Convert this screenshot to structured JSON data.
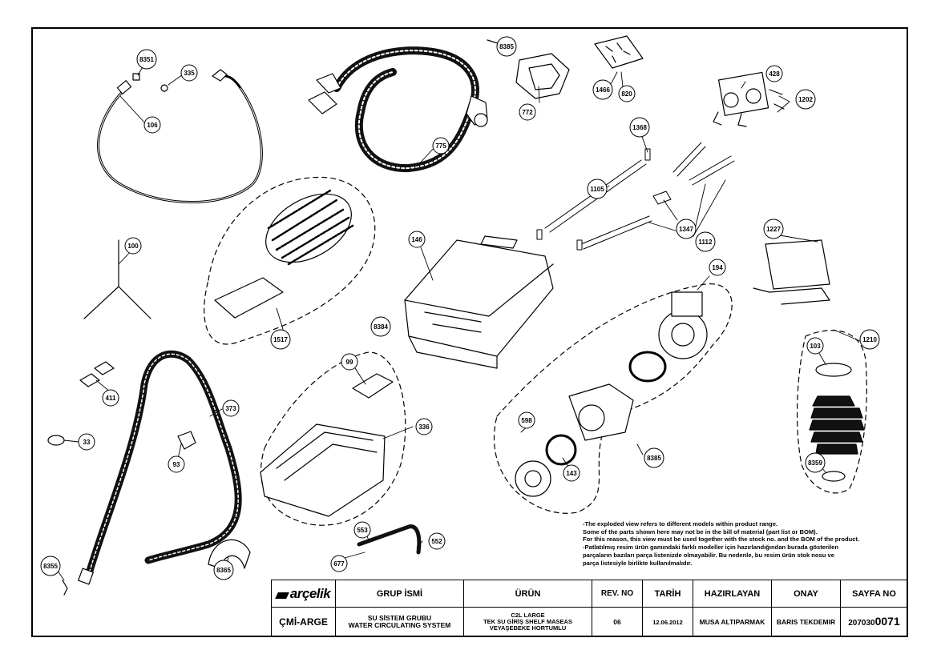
{
  "callouts": [
    {
      "label": "8351"
    },
    {
      "label": "335"
    },
    {
      "label": "106"
    },
    {
      "label": "775"
    },
    {
      "label": "8385"
    },
    {
      "label": "772"
    },
    {
      "label": "1466"
    },
    {
      "label": "820"
    },
    {
      "label": "428"
    },
    {
      "label": "1202"
    },
    {
      "label": "1368"
    },
    {
      "label": "1105"
    },
    {
      "label": "1347"
    },
    {
      "label": "1112"
    },
    {
      "label": "1227"
    },
    {
      "label": "100"
    },
    {
      "label": "146"
    },
    {
      "label": "194"
    },
    {
      "label": "1517"
    },
    {
      "label": "8384"
    },
    {
      "label": "1210"
    },
    {
      "label": "103"
    },
    {
      "label": "99"
    },
    {
      "label": "411"
    },
    {
      "label": "373"
    },
    {
      "label": "336"
    },
    {
      "label": "598"
    },
    {
      "label": "143"
    },
    {
      "label": "8385"
    },
    {
      "label": "8359"
    },
    {
      "label": "33"
    },
    {
      "label": "93"
    },
    {
      "label": "553"
    },
    {
      "label": "552"
    },
    {
      "label": "677"
    },
    {
      "label": "8365"
    },
    {
      "label": "8355"
    }
  ],
  "notes": [
    "-The exploded view refers to different models within product range.",
    "Some of the parts shown here may not be in the bill of material (part list or BOM).",
    "For this reason, this view must be used together with the stock no. and the BOM of the product.",
    "-Patlatılmış resim ürün gamındaki farklı modeller için hazırlandığından burada gösterilen",
    "parçaların bazıları parça listenizde olmayabilir. Bu nedenle, bu resim ürün stok nosu ve",
    "parça listesiyle birlikte kullanılmalıdır."
  ],
  "title_block": {
    "logo": "arçelik",
    "headers": {
      "grup": "GRUP İSMİ",
      "urun": "ÜRÜN",
      "rev": "REV. NO",
      "tarih": "TARİH",
      "hazirlayan": "HAZIRLAYAN",
      "onay": "ONAY",
      "sayfa": "SAYFA NO"
    },
    "values": {
      "code": "ÇMİ-ARGE",
      "grup_line1": "SU SİSTEM GRUBU",
      "grup_line2": "WATER CIRCULATING SYSTEM",
      "urun_line1": "C2L LARGE",
      "urun_line2": "TEK SU GİRİŞ SHELF MASEAS",
      "urun_line3": "VEYAŞEBEKE HORTUMLU",
      "rev": "06",
      "tarih": "12.06.2012",
      "hazirlayan": "MUSA ALTIPARMAK",
      "onay": "BARIS TEKDEMIR",
      "sayfa_prefix": "207030",
      "sayfa_number": "0071"
    }
  }
}
